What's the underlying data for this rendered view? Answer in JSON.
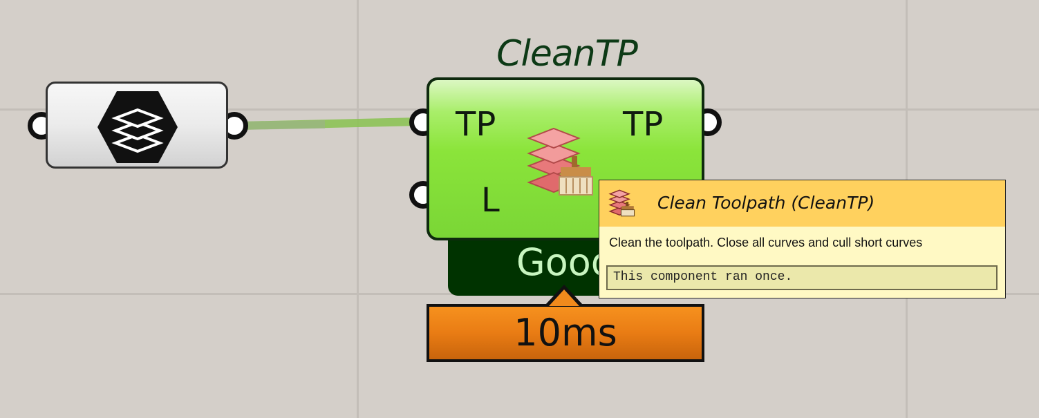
{
  "canvas": {
    "background_color": "#d4cfc9",
    "grid_color": "#c3beb8",
    "wire_color": "#8dc257"
  },
  "param_node": {
    "icon": "stacked-layers-hexagon-icon"
  },
  "component": {
    "nickname": "CleanTP",
    "inputs": [
      "TP",
      "L"
    ],
    "outputs": [
      "TP"
    ],
    "status_text": "Good",
    "icon": "layers-broom-icon",
    "colors": {
      "body": "#8be43a",
      "status_bar": "#003300"
    }
  },
  "timer": {
    "label": "10ms",
    "color": "#e97c14"
  },
  "tooltip": {
    "icon": "layers-broom-icon",
    "title": "Clean Toolpath (CleanTP)",
    "description": "Clean the toolpath. Close all curves and cull short curves",
    "message": "This component ran once.",
    "colors": {
      "header": "#ffd15e",
      "body": "#fff9c4",
      "message_box": "#ebe8ab"
    }
  }
}
